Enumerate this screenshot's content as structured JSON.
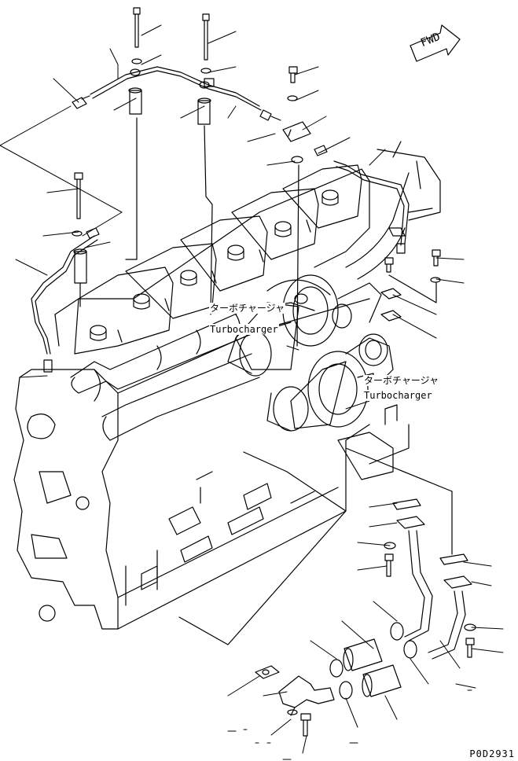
{
  "labels": {
    "turbo_top_jp": "ターボチャージャ",
    "turbo_top_en": "Turbocharger",
    "turbo_bottom_jp": "ターボチャージャ",
    "turbo_bottom_en": "Turbocharger",
    "direction_arrow": "FWD",
    "drawing_code": "P0D2931"
  },
  "colors": {
    "ink": "#000000",
    "paper": "#ffffff"
  }
}
